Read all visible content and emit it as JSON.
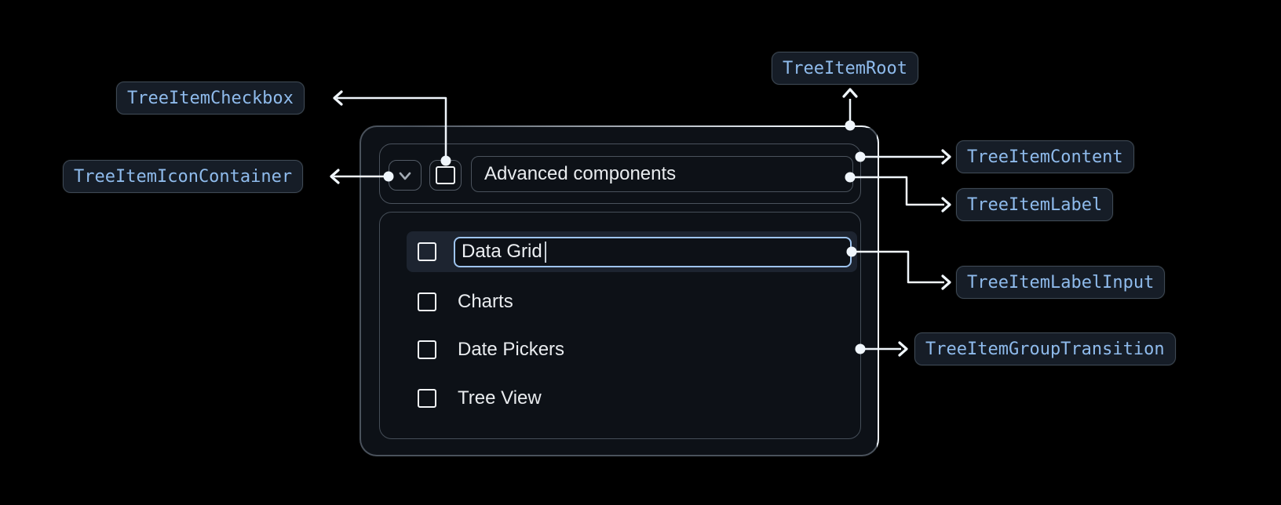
{
  "colors": {
    "page_bg": "#000000",
    "panel_bg": "#0d1117",
    "panel_border": "#4a525c",
    "panel_highlight_border": "#f0f6fc",
    "row_highlight_bg": "#1d2430",
    "input_focus_border": "#9ec4ef",
    "badge_bg": "#161d27",
    "badge_border": "#3e4955",
    "badge_text": "#8fbbec",
    "tree_text": "#e9ecef",
    "connector": "#f0f6fc"
  },
  "annotations": {
    "root": "TreeItemRoot",
    "checkbox": "TreeItemCheckbox",
    "icon_container": "TreeItemIconContainer",
    "content": "TreeItemContent",
    "label": "TreeItemLabel",
    "label_input": "TreeItemLabelInput",
    "group_transition": "TreeItemGroupTransition"
  },
  "tree": {
    "parent_label": "Advanced components",
    "parent_checkbox_checked": false,
    "editing_value": "Data Grid",
    "children": [
      {
        "label": "Charts",
        "checked": false
      },
      {
        "label": "Date Pickers",
        "checked": false
      },
      {
        "label": "Tree View",
        "checked": false
      }
    ]
  },
  "icons": {
    "expand": "chevron-down-icon",
    "checkbox_unchecked": "checkbox-unchecked-icon"
  }
}
